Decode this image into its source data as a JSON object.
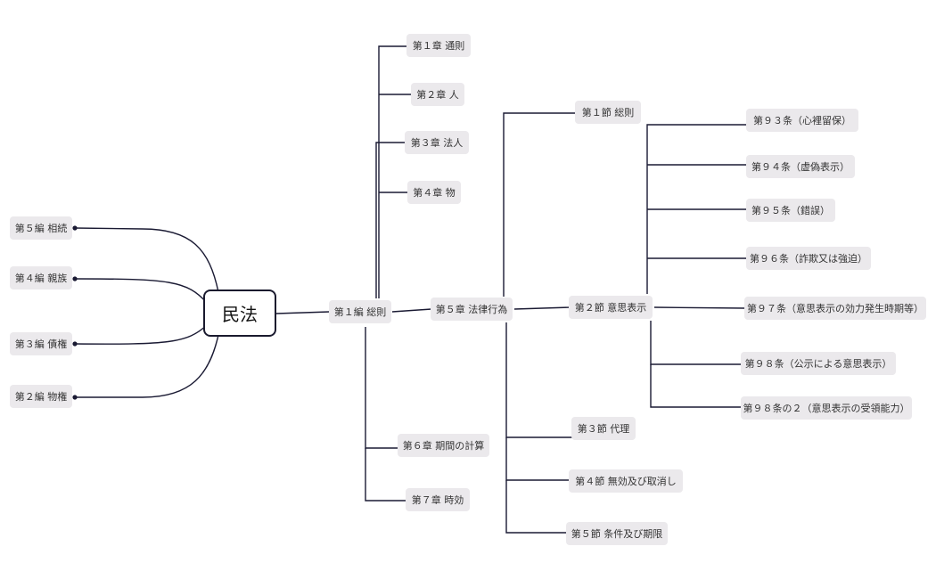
{
  "root": "民法",
  "left_branches": [
    "第５編 相続",
    "第４編 親族",
    "第３編 債権",
    "第２編 物権"
  ],
  "book1": "第１編 総則",
  "chapters": {
    "ch1": "第１章 通則",
    "ch2": "第２章 人",
    "ch3": "第３章 法人",
    "ch4": "第４章 物",
    "ch5": "第５章 法律行為",
    "ch6": "第６章 期間の計算",
    "ch7": "第７章 時効"
  },
  "sections": {
    "s1": "第１節 総則",
    "s2": "第２節 意思表示",
    "s3": "第３節 代理",
    "s4": "第４節 無効及び取消し",
    "s5": "第５節 条件及び期限"
  },
  "articles": [
    "第９３条（心裡留保）",
    "第９４条（虚偽表示）",
    "第９５条（錯誤）",
    "第９６条（詐欺又は強迫）",
    "第９７条（意思表示の効力発生時期等）",
    "第９８条（公示による意思表示）",
    "第９８条の２（意思表示の受領能力）"
  ]
}
